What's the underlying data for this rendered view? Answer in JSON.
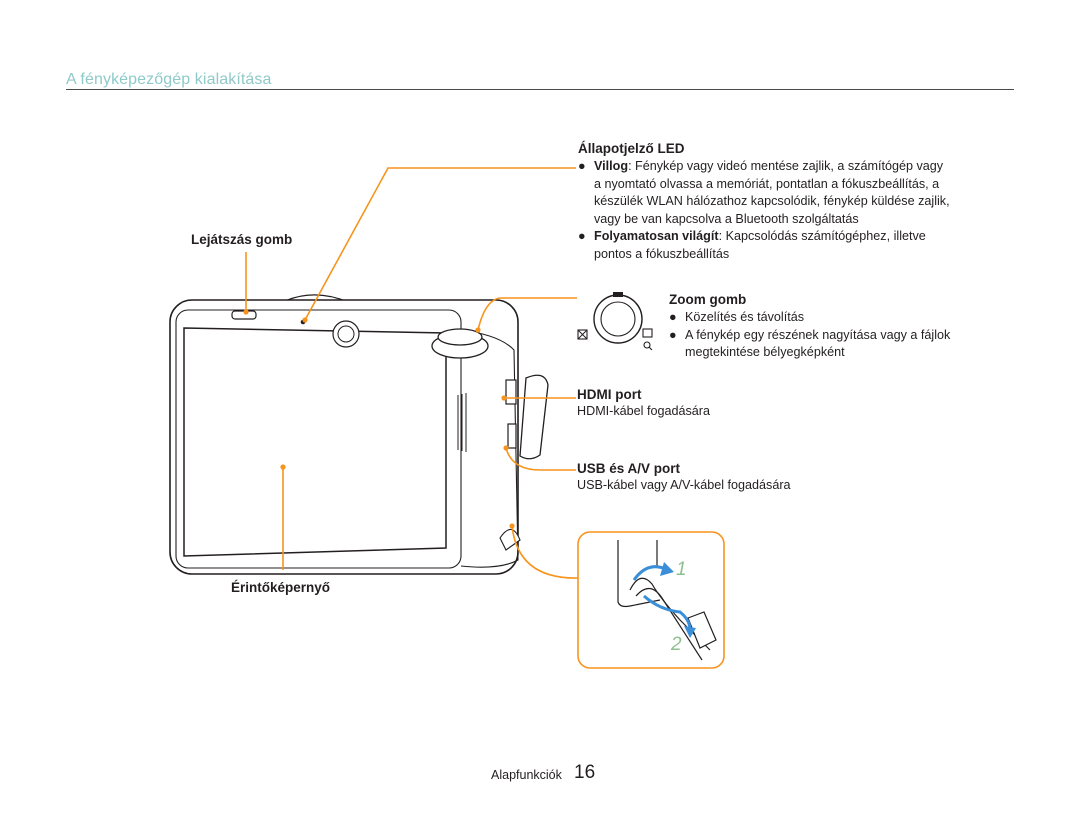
{
  "header": {
    "section_title": "A fényképezőgép kialakítása"
  },
  "labels": {
    "playback_button": "Lejátszás gomb",
    "touch_screen": "Érintőképernyő"
  },
  "status_led": {
    "title": "Állapotjelző LED",
    "items": [
      {
        "term": "Villog",
        "lines": [
          ": Fénykép vagy videó mentése zajlik, a számítógép vagy",
          "a nyomtató olvassa a memóriát, pontatlan a fókuszbeállítás, a",
          "készülék WLAN hálózathoz kapcsolódik, fénykép küldése zajlik,",
          "vagy be van kapcsolva a Bluetooth szolgáltatás"
        ]
      },
      {
        "term": "Folyamatosan világít",
        "lines": [
          ": Kapcsolódás számítógéphez, illetve",
          "pontos a fókuszbeállítás"
        ]
      }
    ]
  },
  "zoom": {
    "title": "Zoom gomb",
    "items": [
      {
        "lines": [
          "Közelítés és távolítás"
        ]
      },
      {
        "lines": [
          "A fénykép egy részének nagyítása vagy a fájlok",
          "megtekintése bélyegképként"
        ]
      }
    ]
  },
  "hdmi": {
    "title": "HDMI port",
    "desc": "HDMI-kábel fogadására"
  },
  "usb": {
    "title": "USB és A/V port",
    "desc": "USB-kábel vagy A/V-kábel fogadására"
  },
  "strap_steps": {
    "step1": "1",
    "step2": "2"
  },
  "footer": {
    "label": "Alapfunkciók",
    "page_number": "16"
  },
  "colors": {
    "callout": "#f7941d",
    "title": "#8fc9c9",
    "arrow": "#3a8fd8"
  },
  "bullet_glyph": "●"
}
